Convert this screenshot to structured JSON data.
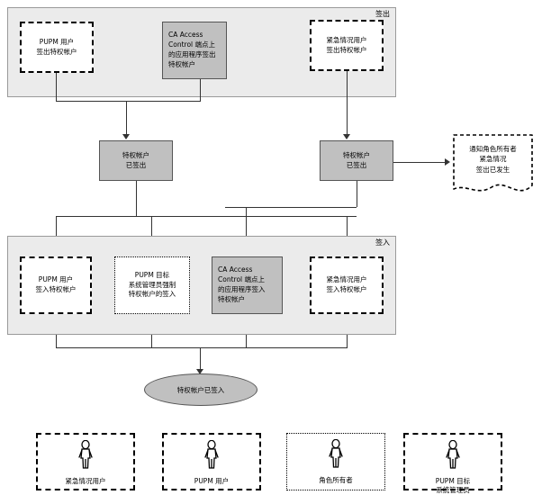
{
  "diagram": {
    "title_checkout": "签出",
    "title_checkin": "签入",
    "phases": [
      {
        "id": "checkout",
        "label": "签出"
      },
      {
        "id": "checkin",
        "label": "签入"
      }
    ],
    "checkout_nodes": [
      {
        "id": "pupm-user-checkout",
        "style": "dashed-medium",
        "lines": [
          "PUPM 用户",
          "签出特权帐户"
        ]
      },
      {
        "id": "ca-access-control-checkout",
        "style": "solid-gray",
        "lines": [
          "CA Access",
          "Control 端点上",
          "的应用程序签出",
          "特权帐户"
        ]
      },
      {
        "id": "emergency-user-checkout",
        "style": "dashed-medium",
        "lines": [
          "紧急情况用户",
          "签出特权帐户"
        ]
      }
    ],
    "mid_nodes": [
      {
        "id": "account-checked-out-left",
        "lines": [
          "特权帐户",
          "已签出"
        ]
      },
      {
        "id": "account-checked-out-right",
        "lines": [
          "特权帐户",
          "已签出"
        ]
      }
    ],
    "notification": {
      "id": "notify-role-owner",
      "lines": [
        "通知角色所有者",
        "紧急情况",
        "签出已发生"
      ]
    },
    "checkin_nodes": [
      {
        "id": "pupm-user-checkin",
        "style": "dashed-medium",
        "lines": [
          "PUPM 用户",
          "签入特权帐户"
        ]
      },
      {
        "id": "pupm-target-admin-checkin",
        "style": "dotted-fine",
        "lines": [
          "PUPM 目标",
          "系统管理员强制",
          "特权帐户的签入"
        ]
      },
      {
        "id": "ca-access-control-checkin",
        "style": "solid-gray",
        "lines": [
          "CA Access",
          "Control 端点上",
          "的应用程序签入",
          "特权帐户"
        ]
      },
      {
        "id": "emergency-user-checkin",
        "style": "dashed-medium",
        "lines": [
          "紧急情况用户",
          "签入特权帐户"
        ]
      }
    ],
    "terminator": {
      "id": "account-checked-in",
      "label": "特权帐户已签入"
    },
    "legend": [
      {
        "id": "emergency-user",
        "style": "dashed-medium",
        "lines": [
          "紧急情况用户"
        ]
      },
      {
        "id": "pupm-user",
        "style": "dashed-long",
        "lines": [
          "PUPM 用户"
        ]
      },
      {
        "id": "role-owner",
        "style": "dotted-fine",
        "lines": [
          "角色所有者"
        ]
      },
      {
        "id": "pupm-target-admin",
        "style": "dashed-long",
        "lines": [
          "PUPM 目标",
          "系统管理员"
        ]
      }
    ],
    "colors": {
      "phase_background": "#ebebeb",
      "phase_border": "#9a9a9a",
      "process_fill": "#c0c0c0",
      "process_border": "#555555",
      "connector": "#333333",
      "text": "#000000"
    }
  }
}
